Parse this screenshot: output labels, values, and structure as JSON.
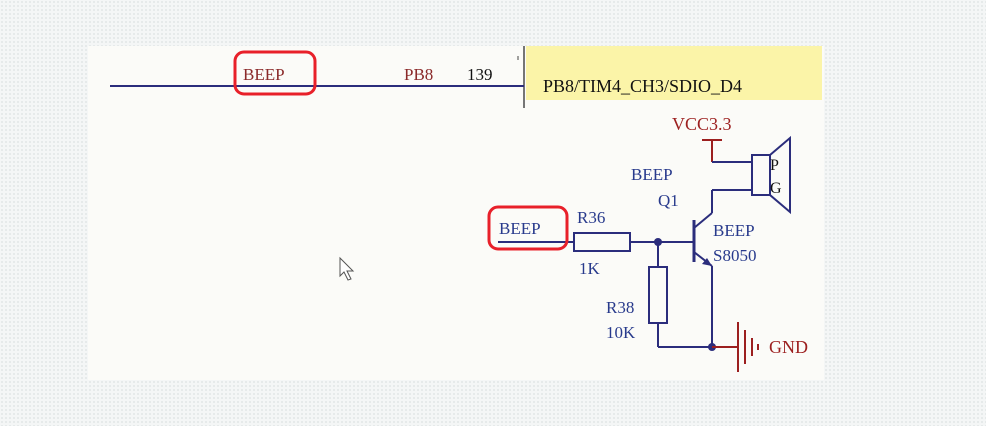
{
  "schematic": {
    "top_net_label": "BEEP",
    "pin_net": "PB8",
    "pin_number": "139",
    "pin_function": "PB8/TIM4_CH3/SDIO_D4",
    "power_label": "VCC3.3",
    "buzzer_designator": "BEEP",
    "buzzer_pin_p": "P",
    "buzzer_pin_g": "G",
    "transistor_designator": "Q1",
    "transistor_name": "BEEP",
    "transistor_part": "S8050",
    "input_net_label": "BEEP",
    "r36_designator": "R36",
    "r36_value": "1K",
    "r38_designator": "R38",
    "r38_value": "10K",
    "ground_label": "GND"
  },
  "colors": {
    "wire": "#2b2d7c",
    "net_text": "#8b2a2a",
    "designator_text": "#283a8c",
    "highlight": "#e8202a",
    "pin_box": "#fbf4a8",
    "power": "#9c1f1f",
    "canvas": "#fbfbf8"
  }
}
